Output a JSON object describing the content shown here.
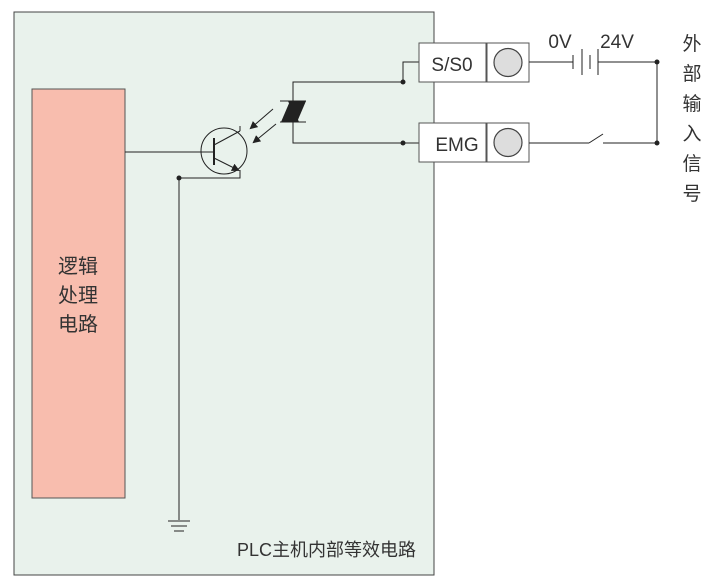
{
  "diagram": {
    "logic_block_label": [
      "逻辑",
      "处理",
      "电路"
    ],
    "board_caption": "PLC主机内部等效电路",
    "terminals": [
      {
        "label": "S/S0"
      },
      {
        "label": "EMG"
      }
    ],
    "battery": {
      "label_0v": "0V",
      "label_24v": "24V"
    },
    "external_label": [
      "外",
      "部",
      "输",
      "入",
      "信",
      "号"
    ],
    "colors": {
      "board_fill": "#e9f2ec",
      "logic_block_fill": "#f8bdae",
      "line": "#222222",
      "text": "#333333"
    }
  }
}
